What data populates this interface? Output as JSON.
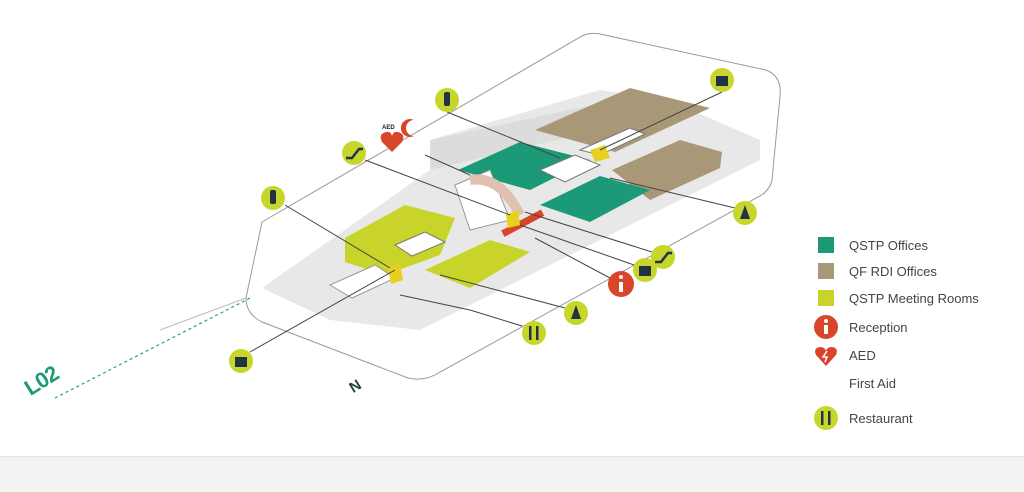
{
  "map": {
    "level_label": "L02",
    "north_label": "N",
    "aed_tag": "AED",
    "colors": {
      "qstp_offices": "#1c9a78",
      "qf_rdi_offices": "#a89878",
      "qstp_meeting_rooms": "#c8d42a",
      "reception": "#d9452a",
      "icon_bg": "#c8d62b",
      "floor": "#e8e8e8"
    }
  },
  "legend": {
    "items": [
      {
        "label": "QSTP Offices",
        "icon": "green-square"
      },
      {
        "label": "QF RDI Offices",
        "icon": "tan-square"
      },
      {
        "label": "QSTP Meeting Rooms",
        "icon": "yellow-square"
      },
      {
        "label": "Reception",
        "icon": "info-icon"
      },
      {
        "label": "AED",
        "icon": "aed-heart-icon"
      },
      {
        "label": "First Aid",
        "icon": "crescent-icon"
      },
      {
        "label": "Restaurant",
        "icon": "fork-knife-icon"
      }
    ]
  }
}
